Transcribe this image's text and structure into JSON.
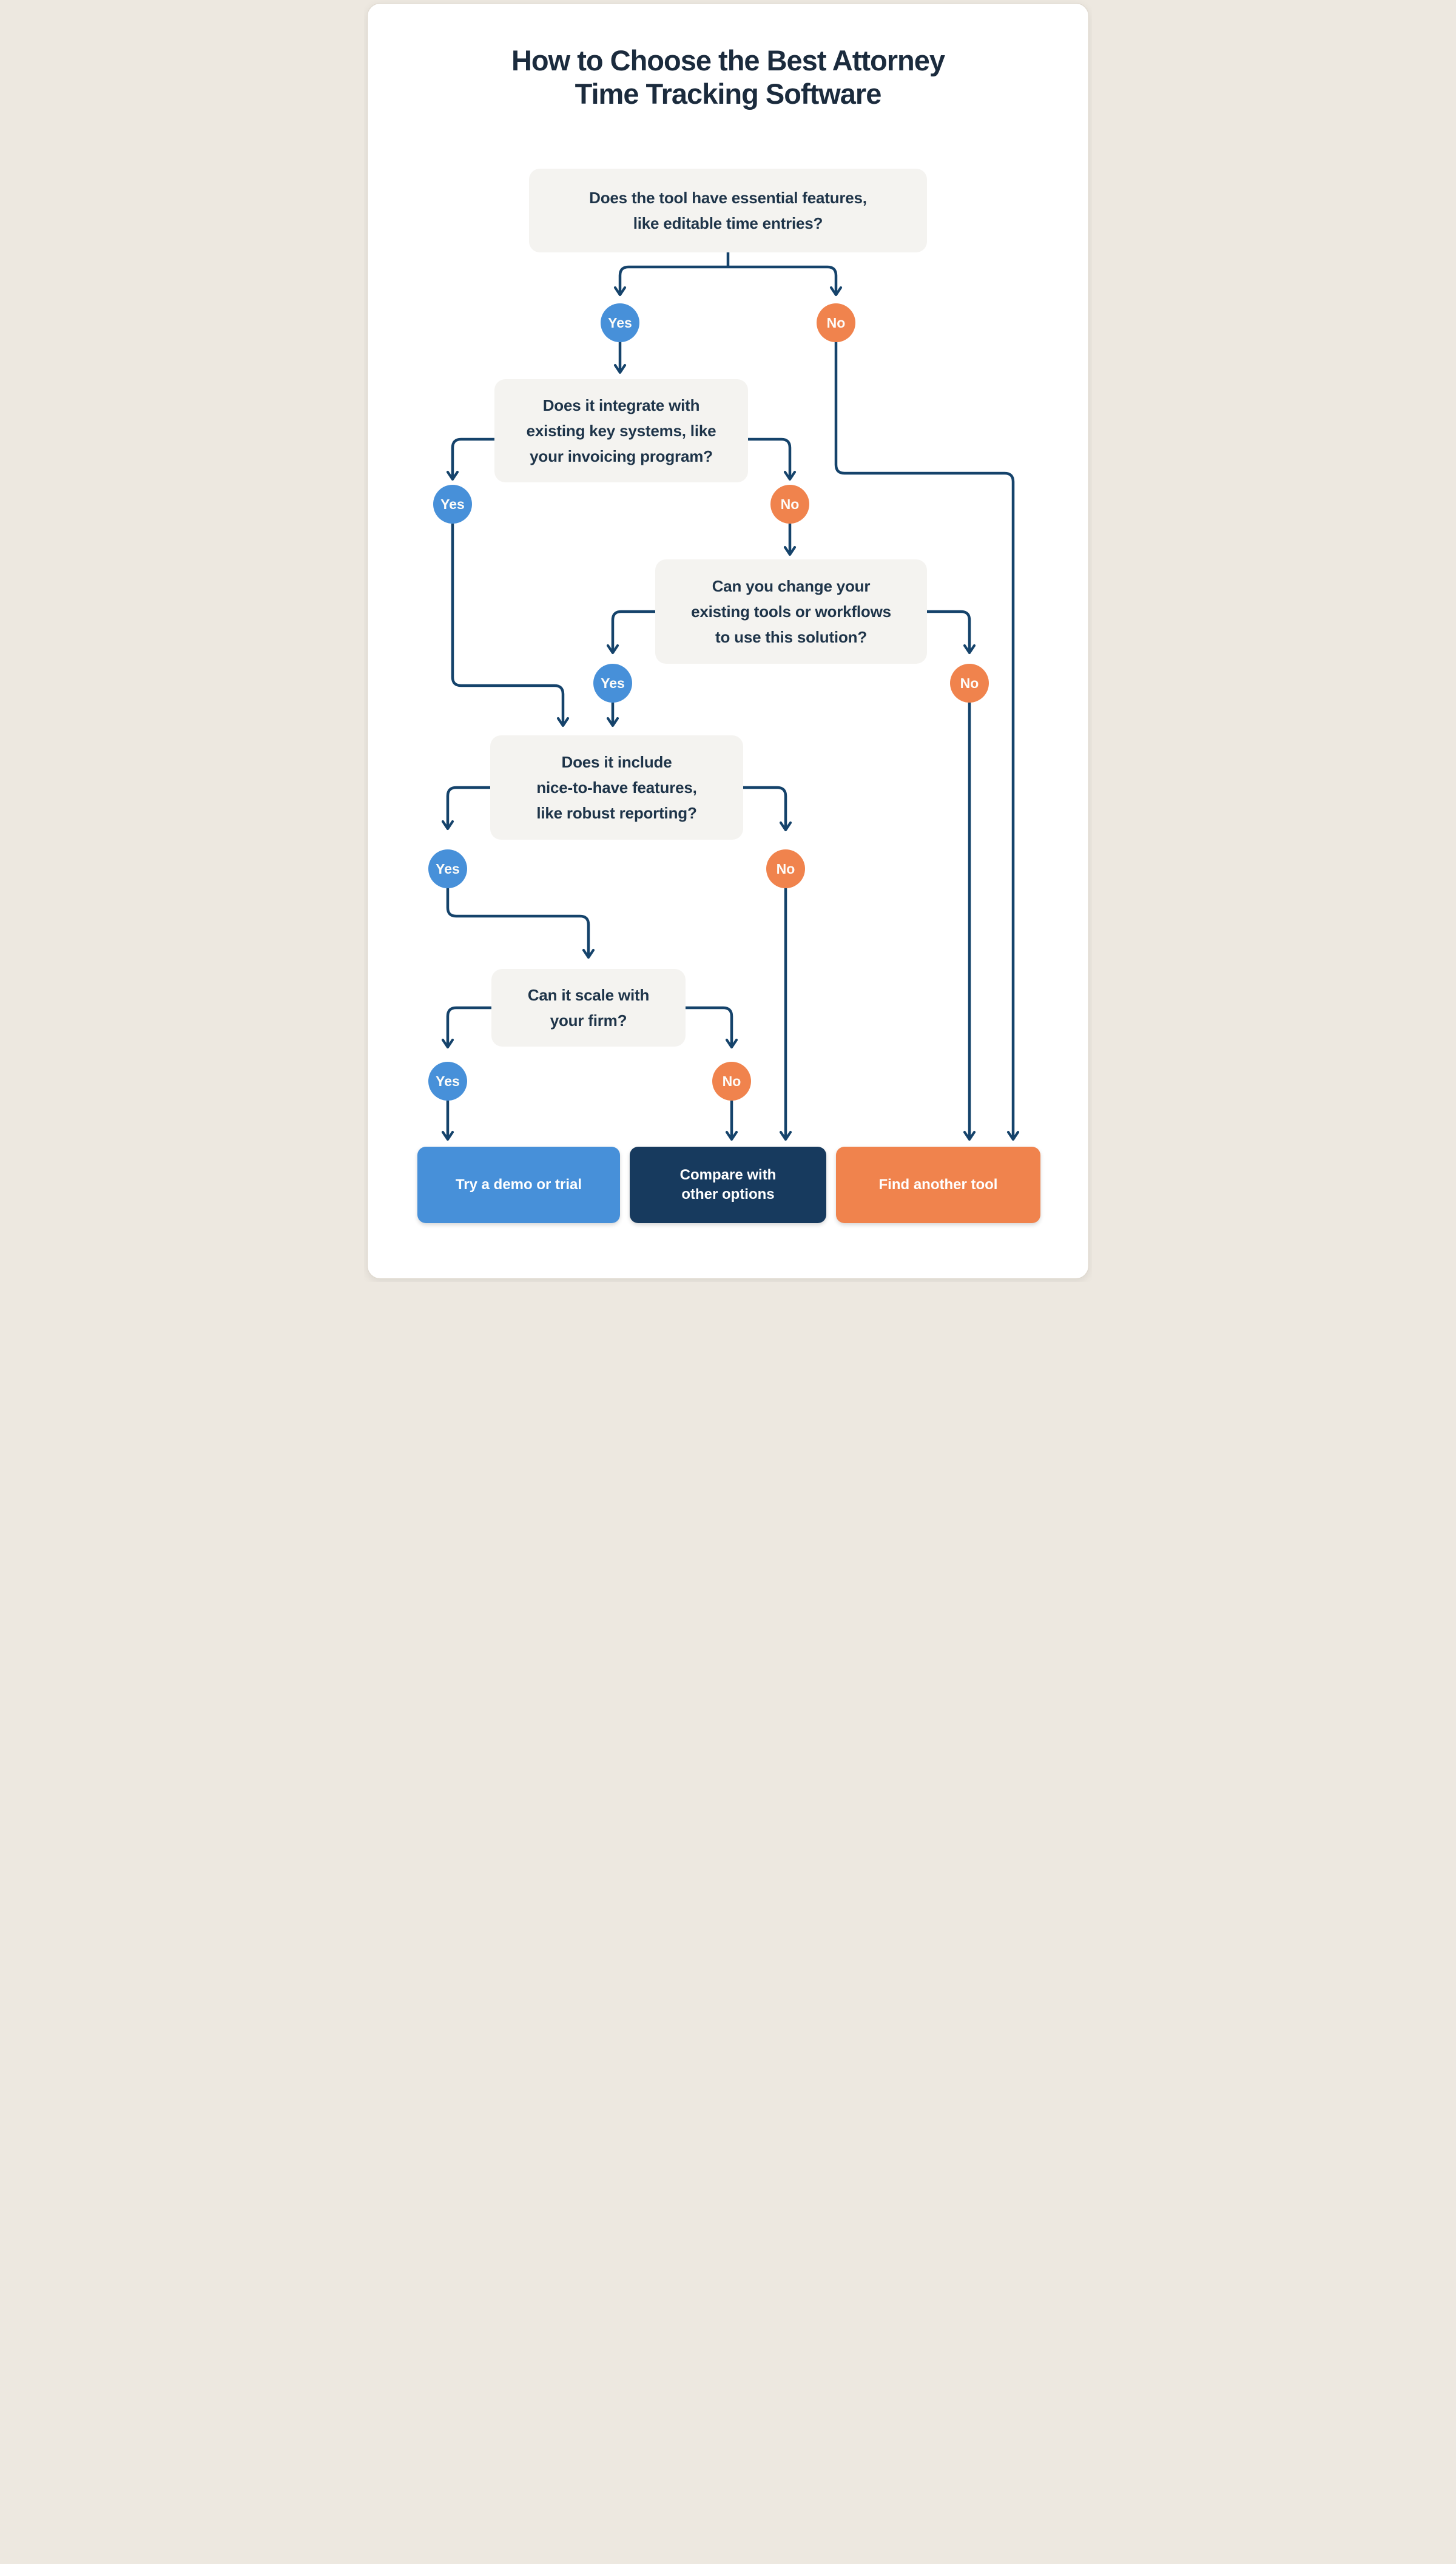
{
  "title": {
    "lines": [
      "How to Choose the Best Attorney",
      "Time Tracking Software"
    ]
  },
  "decision_labels": {
    "yes": "Yes",
    "no": "No"
  },
  "questions": [
    {
      "id": "essential-features",
      "lines": [
        "Does the tool have essential features,",
        "like editable time entries?"
      ]
    },
    {
      "id": "integration",
      "lines": [
        "Does it integrate with",
        "existing key systems, like",
        "your invoicing program?"
      ]
    },
    {
      "id": "change-workflows",
      "lines": [
        "Can you change your",
        "existing tools or workflows",
        "to use this solution?"
      ]
    },
    {
      "id": "nice-to-have",
      "lines": [
        "Does it include",
        "nice-to-have features,",
        "like robust reporting?"
      ]
    },
    {
      "id": "scale",
      "lines": [
        "Can it scale with",
        "your firm?"
      ]
    }
  ],
  "outcomes": [
    {
      "id": "try-demo",
      "lines": [
        "Try a demo or trial"
      ],
      "color": "#4790d9"
    },
    {
      "id": "compare-options",
      "lines": [
        "Compare with",
        "other options"
      ],
      "color": "#173a5e"
    },
    {
      "id": "find-another-tool",
      "lines": [
        "Find another tool"
      ],
      "color": "#f0834d"
    }
  ],
  "colors": {
    "yes_circle_blue": "#4790d9",
    "no_circle_orange": "#f0834d",
    "connector_navy": "#15436b",
    "question_box_gray": "#f4f3f0",
    "question_text_navy": "#1e3449",
    "title_navy": "#1b2b3d",
    "outcome_text_white": "#ffffff",
    "card_bg": "#ffffff",
    "page_margin_beige": "#ede8e0"
  }
}
